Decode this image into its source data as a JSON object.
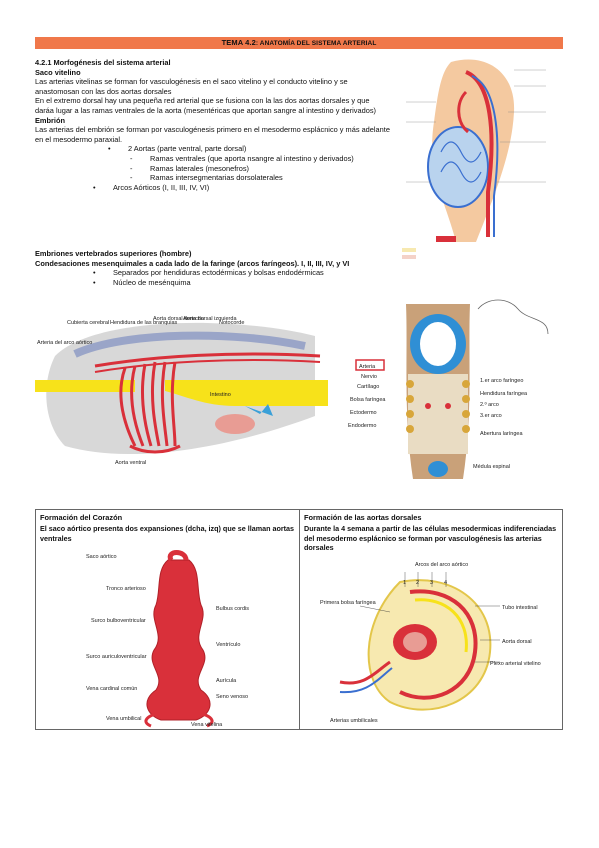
{
  "title": {
    "prefix": "TEMA 4.2",
    "rest": ": ANATOMÍA DEL SISTEMA ARTERIAL"
  },
  "section": {
    "heading": "4.2.1 Morfogénesis del sistema arterial",
    "saco_heading": "Saco vitelino",
    "saco_p1": "Las arterias vitelinas se forman for vasculogénesis en el saco vitelino y el conducto vitelino y se anastomosan con las dos aortas dorsales",
    "saco_p2": "En el extremo dorsal hay una pequeña red arterial que se fusiona con la las dos aortas dorsales y que daráa lugar a las ramas ventrales de la aorta (mesentéricas que aportan sangre al intestino y derivados)",
    "embrion_heading": "Embrión",
    "embrion_p": "Las arterias del embrión se forman por vasculogénesis primero en el mesodermo esplácnico y más adelante en el mesodermo paraxial.",
    "list_1": "2 Aortas (parte ventral, parte dorsal)",
    "list_1a": "Ramas ventrales (que aporta nsangre al intestino y derivados)",
    "list_1b": "Ramas laterales (mesonefros)",
    "list_1c": "Ramas intersegmentarias dorsolaterales",
    "list_2": "Arcos Aórticos (I, II, III, IV, VI)"
  },
  "section2": {
    "heading": "Embriones vertebrados superiores (hombre)",
    "p": "Condesaciones mesenquimales a cada lado de la faringe (arcos faríngeos). I, II, III, IV, y VI",
    "item1": "Separados por hendiduras ectodérmicas y bolsas endodérmicas",
    "item2": "Núcleo de mesénquima"
  },
  "fig_arches": {
    "labels": {
      "cubierta": "Cubierta cerebral",
      "hendidura": "Hendidura de las branquias",
      "aorta_der": "Aorta dorsal derecha",
      "aorta_izq": "Aorta dorsal izquierda",
      "notocorde": "Notocorde",
      "arteria_arco": "Arteria del arco aórtico",
      "intestino": "Intestino",
      "aorta_ventral": "Aorta ventral"
    }
  },
  "fig_pharynx": {
    "labels": {
      "arteria": "Arteria",
      "nervio": "Nervio",
      "cartilago": "Cartílago",
      "bolsa": "Bolsa faríngea",
      "ectodermo": "Ectodermo",
      "endodermo": "Endodermo",
      "arco1": "1.er arco faríngeo",
      "hendidura": "Hendidura faríngea",
      "arco2": "2.º arco",
      "arco3": "3.er arco",
      "abertura": "Abertura laríngea",
      "medula": "Médula espinal"
    }
  },
  "box_left": {
    "heading": "Formación del Corazón",
    "text": "El saco aórtico presenta dos expansiones (dcha, izq) que se llaman aortas ventrales",
    "labels": {
      "saco": "Saco aórtico",
      "tronco": "Tronco arterioso",
      "bulbo": "Bulbus cordis",
      "surco_bv": "Surco bulboventricular",
      "ventriculo": "Ventrículo",
      "surco_av": "Surco auriculoventricular",
      "auricula": "Aurícula",
      "vena_cardinal": "Vena cardinal común",
      "seno": "Seno venoso",
      "vena_umbilical": "Vena umbilical",
      "vena_vitelina": "Vena vitelina"
    }
  },
  "box_right": {
    "heading": "Formación de las aortas dorsales",
    "text": "Durante la 4 semana a partir de las células mesodermicas indiferenciadas del mesodermo esplácnico se forman por vasculogénesis las arterias dorsales",
    "labels": {
      "arcos": "Arcos del arco aórtico",
      "bolsa": "Primera bolsa faríngea",
      "tubo": "Tubo intestinal",
      "aorta_dorsal": "Aorta dorsal",
      "plexo": "Plexo arterial vitelino",
      "arterias_umb": "Arterias umbilicales"
    },
    "arch_numbers": [
      "1",
      "2",
      "3",
      "4"
    ]
  },
  "colors": {
    "title_bg": "#f0784a",
    "artery": "#d9303a",
    "vein": "#3a6fd0",
    "yellow": "#f7e21a"
  }
}
